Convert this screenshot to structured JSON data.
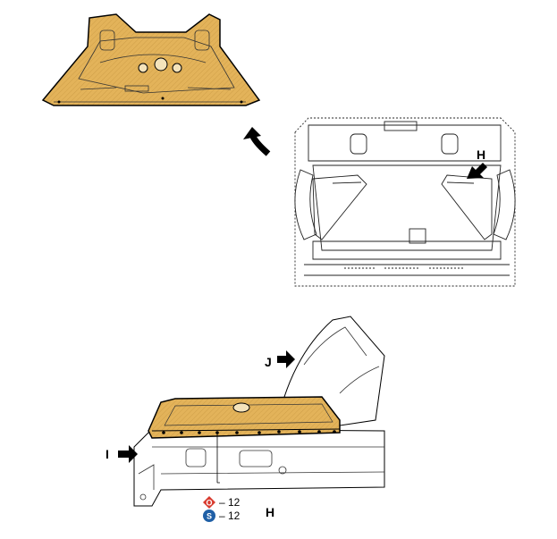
{
  "diagram": {
    "callouts": {
      "top_view": "H",
      "side_view_left": "I",
      "side_view_top": "J",
      "bottom_view_label": "H"
    },
    "legend": [
      {
        "symbol": "O",
        "label": "– 12",
        "color": "#d83a2e"
      },
      {
        "symbol": "S",
        "label": "– 12",
        "color": "#1f5fa6"
      }
    ],
    "colors": {
      "panel_fill": "#e3b35a",
      "panel_hatch": "#c9983e",
      "line": "#000000"
    }
  }
}
